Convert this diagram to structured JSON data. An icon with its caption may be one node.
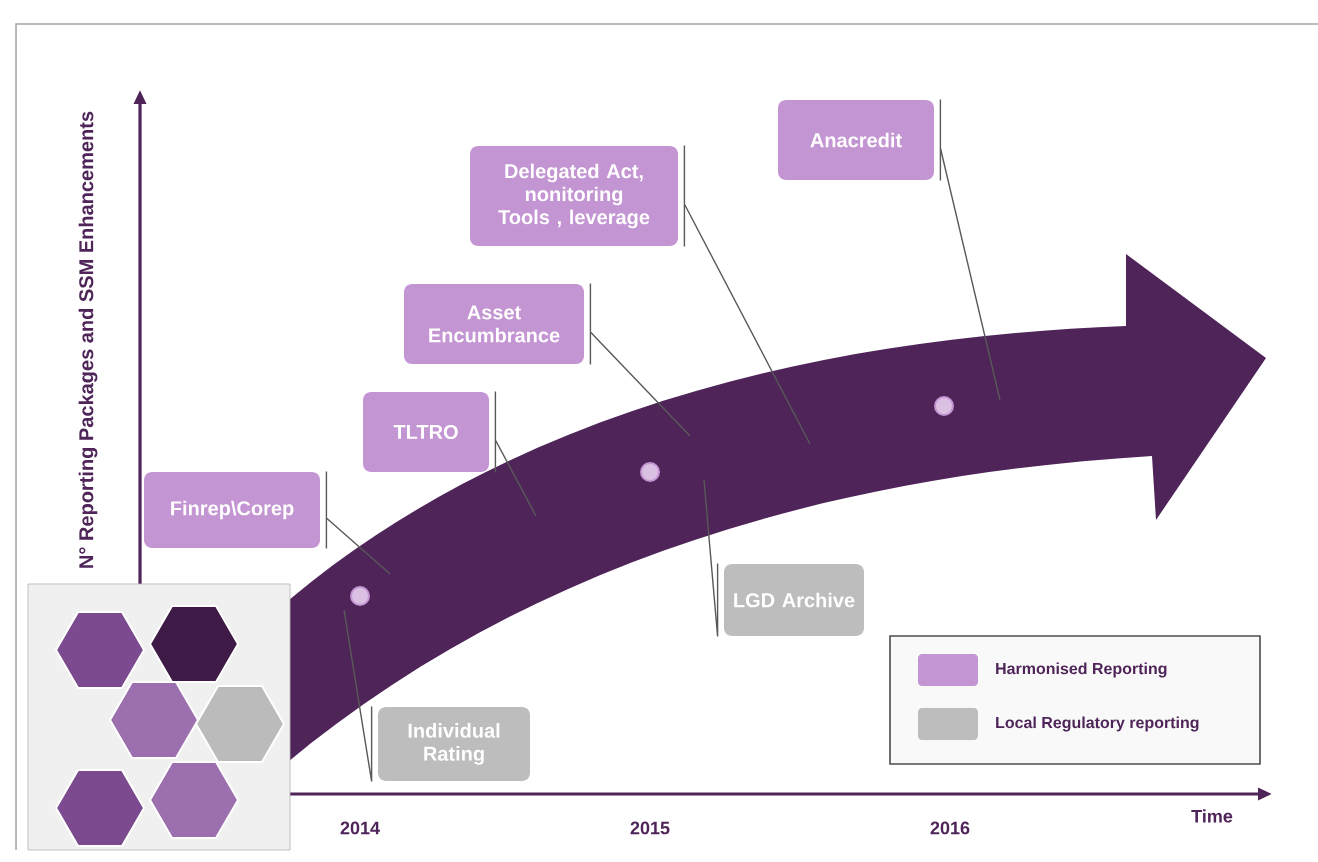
{
  "diagram": {
    "nodes": [
      {
        "text": [
          "Finrep\\Corep"
        ]
      },
      {
        "text": [
          "TLTRO"
        ]
      },
      {
        "text": [
          "Asset Encumbrance"
        ]
      },
      {
        "text": [
          "Delegated Act, nonitoring Tools , leverage"
        ]
      },
      {
        "text": [
          "Anacredit"
        ]
      },
      {
        "text": [
          "Individual Rating"
        ]
      },
      {
        "text": [
          "LGD Archive"
        ]
      }
    ],
    "edges": [
      {
        "from": 0,
        "to": null,
        "arrow": "none"
      },
      {
        "from": 1,
        "to": null,
        "arrow": "none"
      },
      {
        "from": 2,
        "to": null,
        "arrow": "none"
      },
      {
        "from": 3,
        "to": null,
        "arrow": "none"
      },
      {
        "from": 4,
        "to": null,
        "arrow": "none"
      },
      {
        "from": 5,
        "to": null,
        "arrow": "none"
      },
      {
        "from": 6,
        "to": null,
        "arrow": "none"
      }
    ],
    "labels": [
      "N° Reporting Packages and SSM Enhancements",
      "Time",
      "2014",
      "2015",
      "2016"
    ],
    "legend": [
      {
        "text": "Harmonised Reporting",
        "color": "#c495d3"
      },
      {
        "text": "Local Regulatory reporting",
        "color": "#bdbdbd"
      }
    ]
  }
}
